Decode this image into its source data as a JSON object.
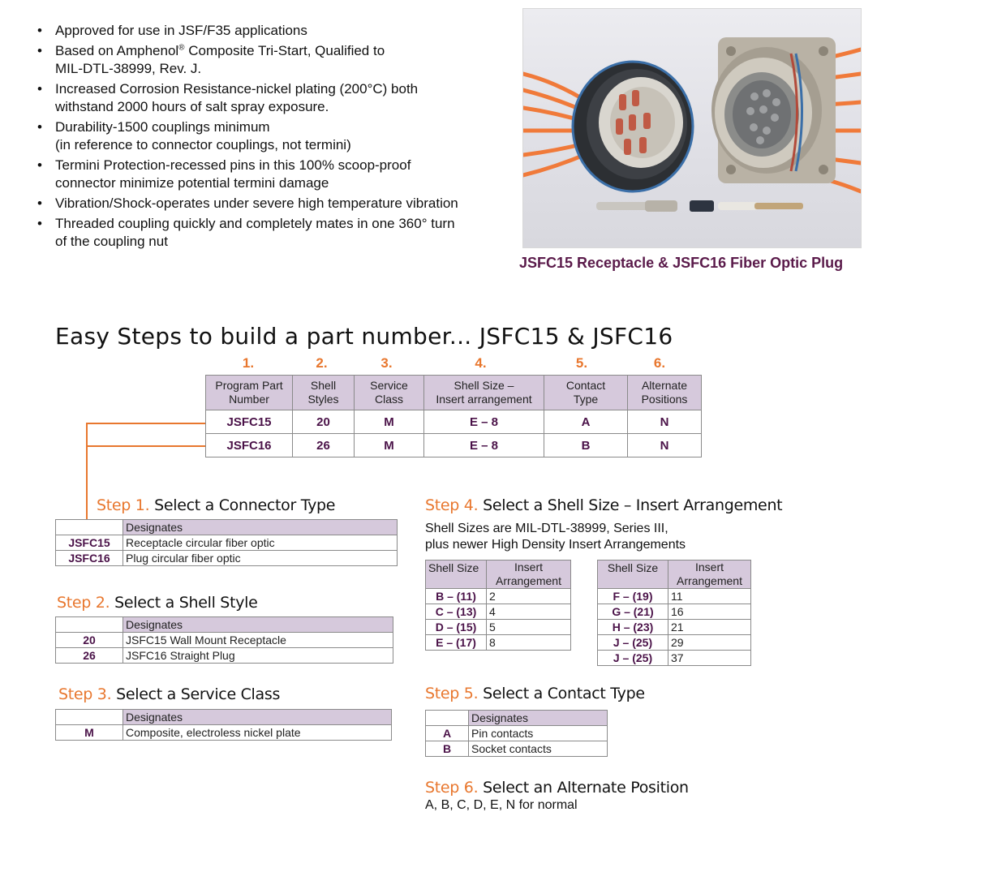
{
  "bullets": [
    {
      "lines": [
        "Approved for use in JSF/F35 applications"
      ]
    },
    {
      "lines": [
        "Based on Amphenol",
        "Composite Tri-Start, Qualified to",
        "MIL-DTL-38999, Rev. J."
      ],
      "reg": "®"
    },
    {
      "lines": [
        "Increased Corrosion Resistance-nickel plating (200°C) both",
        "withstand 2000 hours of salt spray exposure."
      ]
    },
    {
      "lines": [
        "Durability-1500 couplings minimum",
        "(in reference to connector couplings, not termini)"
      ]
    },
    {
      "lines": [
        "Termini Protection-recessed pins in this 100% scoop-proof",
        "connector minimize potential termini damage"
      ]
    },
    {
      "lines": [
        "Vibration/Shock-operates under severe high temperature vibration"
      ]
    },
    {
      "lines": [
        "Threaded coupling quickly and completely mates in one 360° turn",
        "of the coupling nut"
      ]
    }
  ],
  "photo_caption": "JSFC15 Receptacle & JSFC16 Fiber Optic Plug",
  "main_title": "Easy Steps to build a part number... JSFC15 & JSFC16",
  "pn_table": {
    "numbers": [
      "1.",
      "2.",
      "3.",
      "4.",
      "5.",
      "6."
    ],
    "headers": [
      [
        "Program Part",
        "Number"
      ],
      [
        "Shell",
        "Styles"
      ],
      [
        "Service",
        "Class"
      ],
      [
        "Shell Size –",
        "Insert arrangement"
      ],
      [
        "Contact",
        "Type"
      ],
      [
        "Alternate",
        "Positions"
      ]
    ],
    "rows": [
      [
        "JSFC15",
        "20",
        "M",
        "E – 8",
        "A",
        "N"
      ],
      [
        "JSFC16",
        "26",
        "M",
        "E – 8",
        "B",
        "N"
      ]
    ]
  },
  "designates_label": "Designates",
  "step1": {
    "num": "Step 1.",
    "title": "Select a Connector Type",
    "rows": [
      [
        "JSFC15",
        "Receptacle circular fiber optic"
      ],
      [
        "JSFC16",
        "Plug circular fiber optic"
      ]
    ]
  },
  "step2": {
    "num": "Step 2.",
    "title": "Select a Shell Style",
    "rows": [
      [
        "20",
        "JSFC15 Wall Mount Receptacle"
      ],
      [
        "26",
        "JSFC16 Straight Plug"
      ]
    ]
  },
  "step3": {
    "num": "Step 3.",
    "title": "Select a Service Class",
    "rows": [
      [
        "M",
        "Composite, electroless nickel plate"
      ]
    ]
  },
  "step4": {
    "num": "Step 4.",
    "title": "Select a Shell Size – Insert Arrangement",
    "note": [
      "Shell Sizes are MIL-DTL-38999, Series III,",
      "plus newer High Density Insert Arrangements"
    ],
    "col_shell": "Shell Size",
    "col_insert": [
      "Insert",
      "Arrangement"
    ],
    "table_a": [
      [
        "B – (11)",
        "2"
      ],
      [
        "C – (13)",
        "4"
      ],
      [
        "D – (15)",
        "5"
      ],
      [
        "E – (17)",
        "8"
      ]
    ],
    "table_b": [
      [
        "F – (19)",
        "11"
      ],
      [
        "G – (21)",
        "16"
      ],
      [
        "H – (23)",
        "21"
      ],
      [
        "J –  (25)",
        "29"
      ],
      [
        "J –  (25)",
        "37"
      ]
    ]
  },
  "step5": {
    "num": "Step 5.",
    "title": "Select a Contact Type",
    "rows": [
      [
        "A",
        "Pin contacts"
      ],
      [
        "B",
        "Socket contacts"
      ]
    ]
  },
  "step6": {
    "num": "Step 6.",
    "title": "Select an Alternate Position",
    "note": "A, B, C, D, E, N for normal"
  },
  "colors": {
    "accent": "#e8772e",
    "header_fill": "#d6c9dc",
    "code_text": "#4a1248",
    "caption": "#5a1a4a"
  }
}
